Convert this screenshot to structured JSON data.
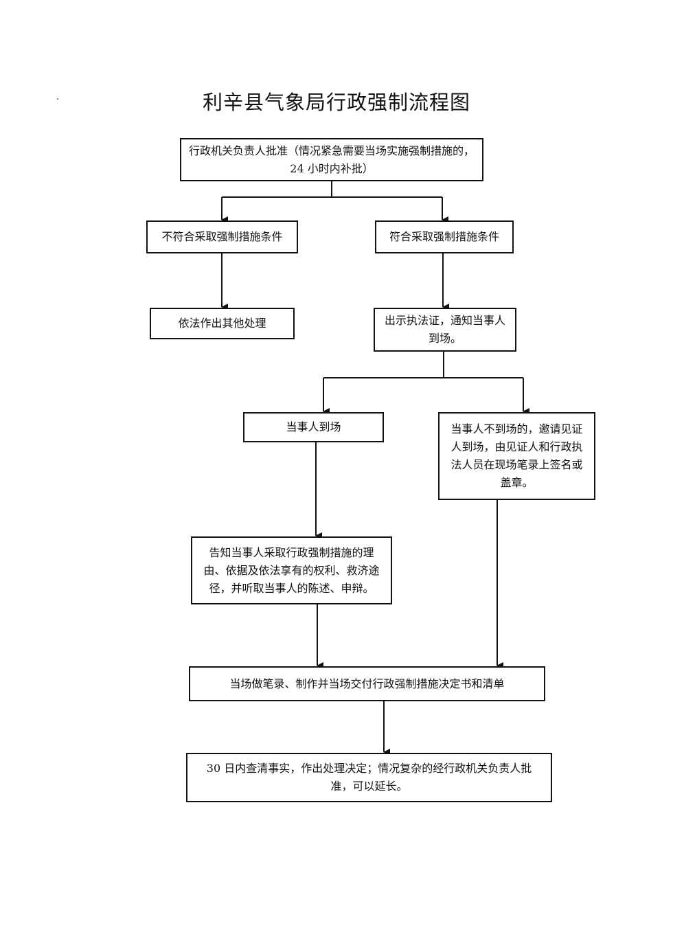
{
  "title": "利辛县气象局行政强制流程图",
  "nodes": {
    "approval": "行政机关负责人批准（情况紧急需要当场实施强制措施的，24 小时内补批）",
    "not_meet": "不符合采取强制措施条件",
    "meet": "符合采取强制措施条件",
    "other_handling": "依法作出其他处理",
    "show_cert": "出示执法证，通知当事人到场。",
    "party_present": "当事人到场",
    "party_absent": "当事人不到场的，邀请见证人到场，由见证人和行政执法人员在现场笔录上签名或盖章。",
    "inform": "告知当事人采取行政强制措施的理由、依据及依法享有的权利、救济途径，并听取当事人的陈述、申辩。",
    "record": "当场做笔录、制作并当场交付行政强制措施决定书和清单",
    "decide": "30 日内查清事实，作出处理决定；情况复杂的经行政机关负责人批准，可以延长。"
  },
  "colors": {
    "line": "#111111",
    "background": "#ffffff"
  }
}
